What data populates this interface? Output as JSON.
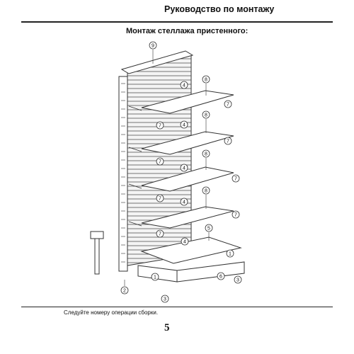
{
  "header": {
    "title": "Руководство по монтажу"
  },
  "subtitle": "Монтаж стеллажа пристенного:",
  "callouts": {
    "c1": "1",
    "c2": "2",
    "c3": "3",
    "c4": "4",
    "c5": "5",
    "c6": "6",
    "c7": "7",
    "c8": "8",
    "c9": "9"
  },
  "footer": {
    "instruction": "Следуйте номеру операции сборки.",
    "page_number": "5"
  }
}
